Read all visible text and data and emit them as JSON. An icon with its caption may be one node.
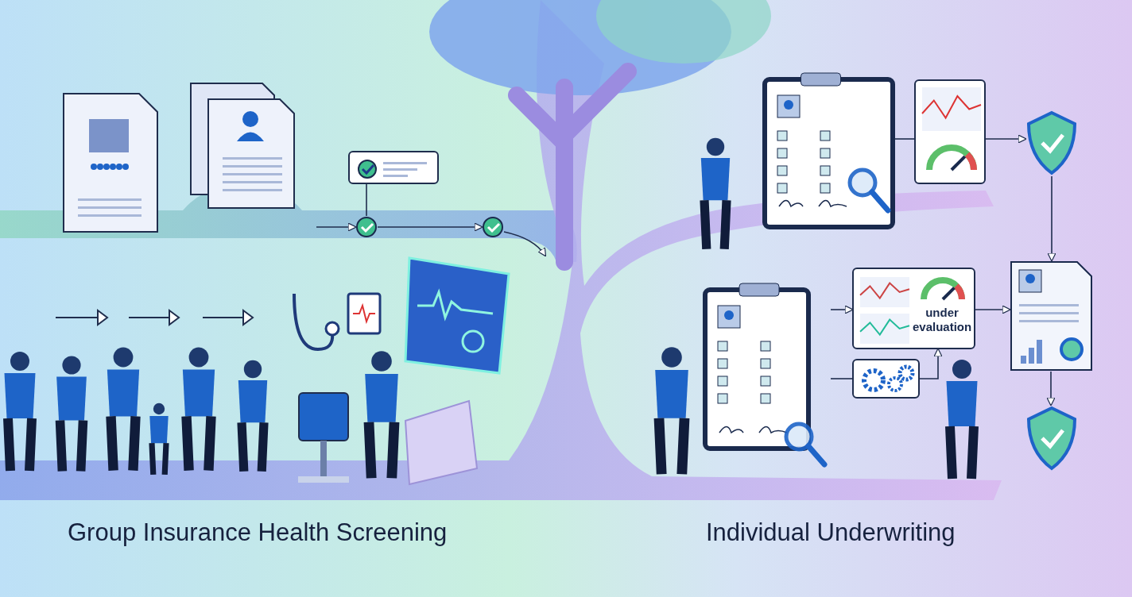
{
  "diagram": {
    "nodes": [
      {
        "text": [],
        "shape": "box"
      },
      {
        "text": [],
        "shape": "circle"
      },
      {
        "text": [],
        "shape": "circle"
      },
      {
        "text": [],
        "shape": "picture"
      },
      {
        "text": [],
        "shape": "box"
      },
      {
        "text": [],
        "shape": "picture"
      },
      {
        "text": [],
        "shape": "picture"
      },
      {
        "text": [
          "under evaluation"
        ]
      },
      {
        "text": [],
        "shape": "box"
      },
      {
        "text": [],
        "shape": "picture"
      },
      {
        "text": [],
        "shape": "picture"
      }
    ],
    "edges": [
      {
        "from": 0,
        "to": 1,
        "arrow": "none"
      },
      {
        "from": null,
        "to": 1,
        "arrow": "to"
      },
      {
        "from": 1,
        "to": 2,
        "arrow": "to"
      },
      {
        "from": 2,
        "to": null,
        "arrow": "to"
      },
      {
        "from": 3,
        "to": 4,
        "arrow": "none"
      },
      {
        "from": 4,
        "to": 5,
        "arrow": "to"
      },
      {
        "from": 5,
        "to": 9,
        "arrow": "to"
      },
      {
        "from": 6,
        "to": 7,
        "arrow": "to"
      },
      {
        "from": 6,
        "to": 8,
        "arrow": "none"
      },
      {
        "from": 8,
        "to": 7,
        "arrow": "to"
      },
      {
        "from": 7,
        "to": 9,
        "arrow": "to"
      },
      {
        "from": 9,
        "to": 10,
        "arrow": "to"
      }
    ],
    "labels": [
      "Group Insurance Health Screening",
      "Individual Underwriting"
    ]
  }
}
